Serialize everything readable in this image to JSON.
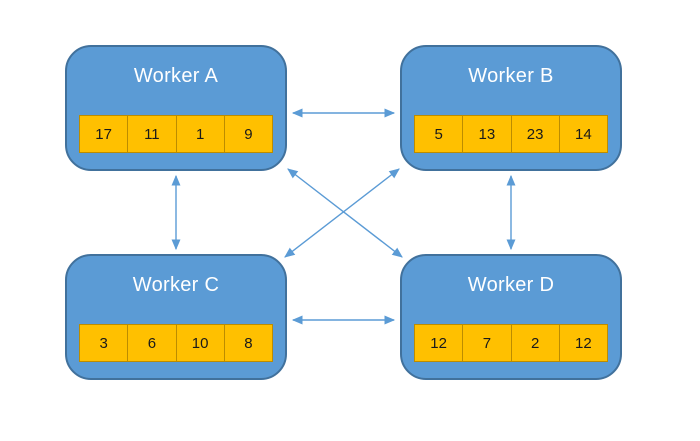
{
  "diagram": {
    "workers": [
      {
        "id": "A",
        "label": "Worker A",
        "values": [
          "17",
          "11",
          "1",
          "9"
        ]
      },
      {
        "id": "B",
        "label": "Worker B",
        "values": [
          "5",
          "13",
          "23",
          "14"
        ]
      },
      {
        "id": "C",
        "label": "Worker C",
        "values": [
          "3",
          "6",
          "10",
          "8"
        ]
      },
      {
        "id": "D",
        "label": "Worker D",
        "values": [
          "12",
          "7",
          "2",
          "12"
        ]
      }
    ],
    "connections": [
      {
        "from": "A",
        "to": "B",
        "style": "double-arrow"
      },
      {
        "from": "C",
        "to": "D",
        "style": "double-arrow"
      },
      {
        "from": "A",
        "to": "C",
        "style": "double-arrow"
      },
      {
        "from": "B",
        "to": "D",
        "style": "double-arrow"
      },
      {
        "from": "A",
        "to": "D",
        "style": "double-arrow"
      },
      {
        "from": "B",
        "to": "C",
        "style": "double-arrow"
      }
    ],
    "colors": {
      "box_fill": "#5B9BD5",
      "box_border": "#41719C",
      "cell_fill": "#FFC000",
      "cell_border": "#BC8C00",
      "arrow": "#5B9BD5",
      "title_text": "#FFFFFF",
      "value_text": "#1A1A1A",
      "background": "#FFFFFF"
    }
  }
}
